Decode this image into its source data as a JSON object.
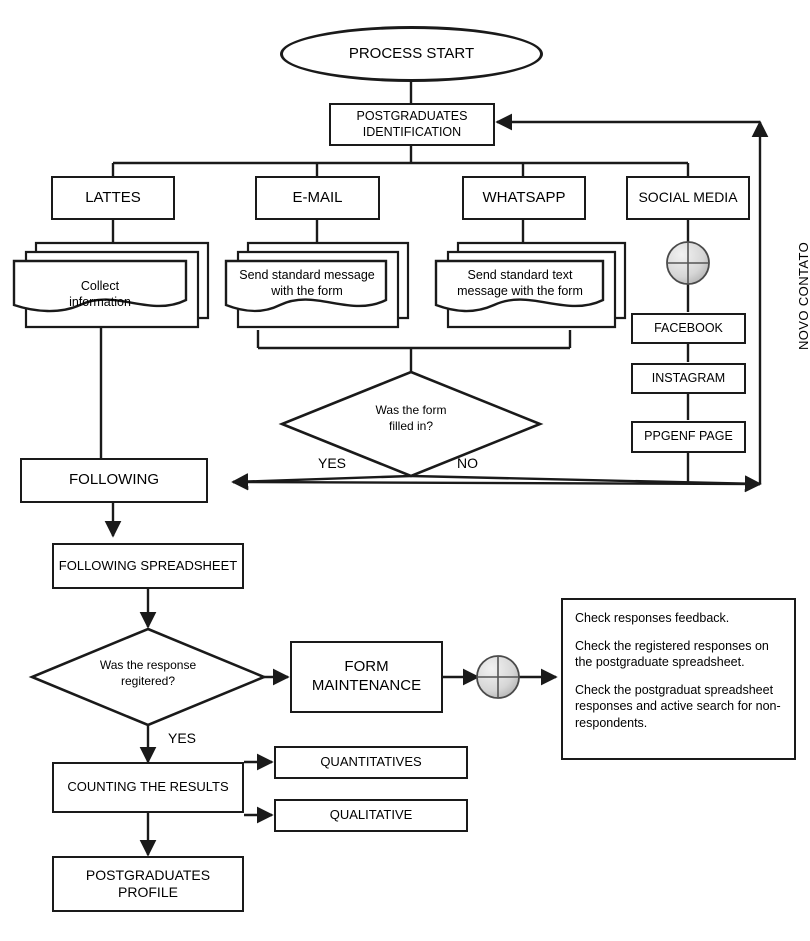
{
  "diagram": {
    "title": "Postgraduates data collection process flowchart",
    "colors": {
      "stroke": "#1a1a1a",
      "fill": "#ffffff",
      "connector_fill": "#d0d0d0"
    },
    "nodes": {
      "process_start": "PROCESS START",
      "postgraduates_identification_line1": "POSTGRADUATES",
      "postgraduates_identification_line2": "IDENTIFICATION",
      "lattes": "LATTES",
      "email": "E-MAIL",
      "whatsapp": "WHATSAPP",
      "social_media": "SOCIAL MEDIA",
      "collect_information_line1": "Collect",
      "collect_information_line2": "information",
      "send_standard_message_line1": "Send standard message",
      "send_standard_message_line2": "with the form",
      "send_standard_text_line1": "Send standard text",
      "send_standard_text_line2": "message with the form",
      "facebook": "FACEBOOK",
      "instagram": "INSTAGRAM",
      "ppgenf_page": "PPGENF PAGE",
      "decision_form_line1": "Was the form",
      "decision_form_line2": "filled in?",
      "following": "FOLLOWING",
      "following_spreadsheet": "FOLLOWING SPREADSHEET",
      "decision_response_line1": "Was the response",
      "decision_response_line2": "regitered?",
      "form_maintenance_line1": "FORM",
      "form_maintenance_line2": "MAINTENANCE",
      "counting_the_results": "COUNTING THE RESULTS",
      "quantitatives": "QUANTITATIVES",
      "qualitative": "QUALITATIVE",
      "postgraduates_profile_line1": "POSTGRADUATES",
      "postgraduates_profile_line2": "PROFILE"
    },
    "edge_labels": {
      "yes_form": "YES",
      "no_form": "NO",
      "yes_response": "YES"
    },
    "side_label": "NOVO CONTATO",
    "notes_box": {
      "line1": "Check responses feedback.",
      "line2": "Check the registered responses on the postgraduate spreadsheet.",
      "line3": "Check the postgraduat spreadsheet responses and active search for non-respondents."
    }
  }
}
